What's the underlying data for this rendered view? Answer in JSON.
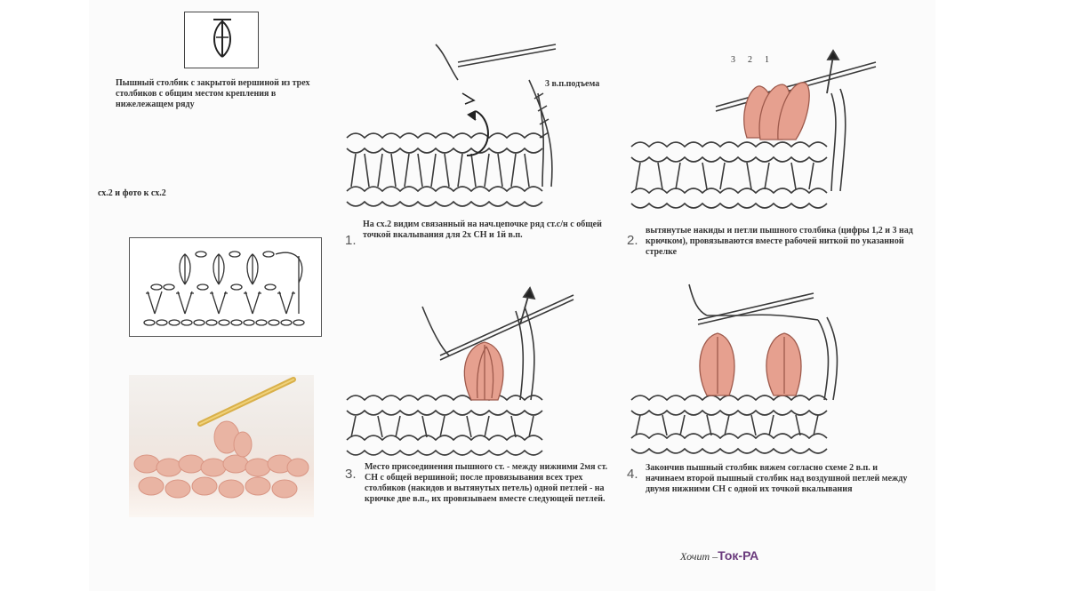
{
  "symbol_caption": "Пышный столбик с закрытой вершиной из трех столбиков с общим местом крепления в нижележащем ряду",
  "scheme_label": "сх.2 и фото к сх.2",
  "lift_note": "3 в.п.подъема",
  "loop_numbers": [
    "3",
    "2",
    "1"
  ],
  "steps": [
    {
      "num": "1.",
      "text": "На сх.2 видим связанный на нач.цепочке ряд ст.с/н с общей точкой вкалывания для 2х СН и 1й в.п."
    },
    {
      "num": "2.",
      "text": "вытянутые накиды и петли пышного столбика (цифры 1,2 и 3 над крючком), провязываются вместе рабочей ниткой по указанной стрелке"
    },
    {
      "num": "3.",
      "text": "Место присоединения пышного ст. - между нижними 2мя ст. СН с общей вершиной; после провязывания всех трех столбиков (накидов и вытянутых петель) одной петлей - на крючке две в.п., их провязываем вместе следующей петлей."
    },
    {
      "num": "4.",
      "text": "Закончив пышный столбик вяжем согласно схеме 2 в.п. и начинаем второй пышный столбик над воздушной петлей между двумя нижними СН с одной их точкой вкалывания"
    }
  ],
  "signature": {
    "prefix": "Хочит –",
    "name": "Ток-РА"
  },
  "colors": {
    "yarn_pink": "#e6a08f",
    "ink": "#3a3a3a"
  }
}
